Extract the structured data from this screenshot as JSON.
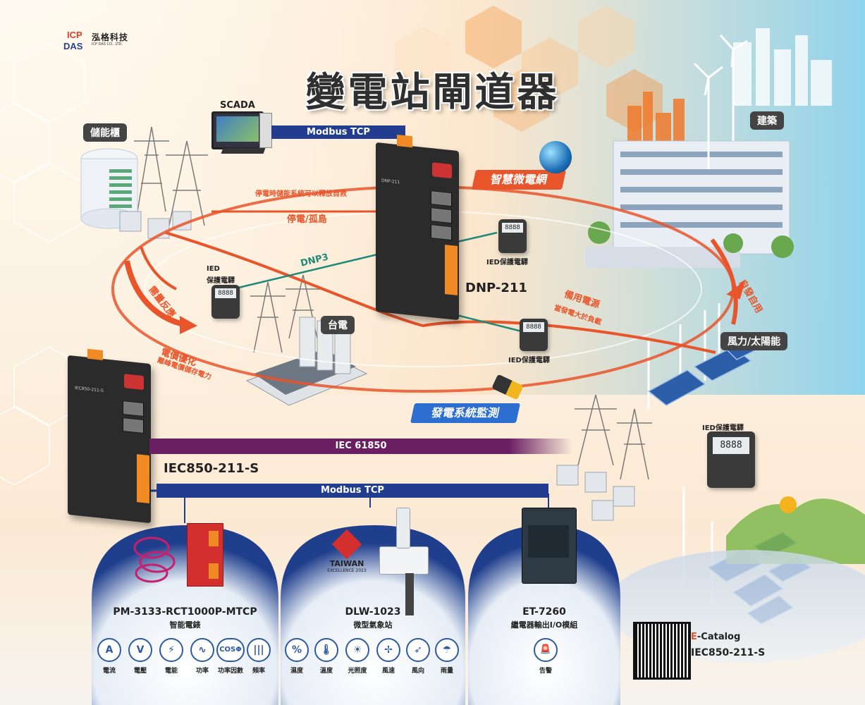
{
  "logo": {
    "mark_top": "ICP",
    "mark_bottom": "DAS",
    "name": "泓格科技",
    "sub": "ICP DAS CO., LTD."
  },
  "title": "變電站閘道器",
  "tags": {
    "storage": "儲能櫃",
    "building": "建築",
    "taipower": "台電",
    "renewable": "風力/太陽能"
  },
  "scada_label": "SCADA",
  "links": {
    "modbus_top": "Modbus TCP",
    "iec61850": "IEC 61850",
    "modbus_bottom": "Modbus TCP",
    "dnp3": "DNP3"
  },
  "devices": {
    "dnp": {
      "model": "DNP-211",
      "face_label": "DNP-211"
    },
    "iec": {
      "model": "IEC850-211-S",
      "face_label": "IEC850-211-S"
    }
  },
  "ribbons": {
    "microgrid": "智慧微電網",
    "monitoring": "發電系統監測"
  },
  "ring_labels": {
    "outage_release": "停電時儲能系統可以釋放自救",
    "outage_island": "停電/孤島",
    "demand_response": "需量反應",
    "price_opt": "電價優化",
    "price_opt_sub": "離峰電價儲存電力",
    "backup": "備用電源",
    "backup_sub": "當發電大於負載",
    "self_use": "自發自用"
  },
  "ied_label": "IED保護電驛",
  "ied_label_left_1": "IED",
  "ied_label_left_2": "保護電驛",
  "relay_display": "8888",
  "products": [
    {
      "name": "PM-3133-RCT1000P-MTCP",
      "desc": "智能電錶",
      "icons": [
        {
          "glyph": "A",
          "label": "電流",
          "icon": "current-icon"
        },
        {
          "glyph": "V",
          "label": "電壓",
          "icon": "voltage-icon"
        },
        {
          "glyph": "⚡",
          "label": "電能",
          "icon": "energy-icon"
        },
        {
          "glyph": "∿",
          "label": "功率",
          "icon": "power-icon"
        },
        {
          "glyph": "COSΦ",
          "label": "功率因數",
          "icon": "power-factor-icon"
        },
        {
          "glyph": "|||",
          "label": "頻率",
          "icon": "frequency-icon"
        }
      ]
    },
    {
      "name": "DLW-1023",
      "desc": "微型氣象站",
      "badge_1": "TAIWAN",
      "badge_2": "EXCELLENCE 2023",
      "icons": [
        {
          "glyph": "%",
          "label": "濕度",
          "icon": "humidity-icon"
        },
        {
          "glyph": "🌡",
          "label": "溫度",
          "icon": "temperature-icon"
        },
        {
          "glyph": "☀",
          "label": "光照度",
          "icon": "illuminance-icon"
        },
        {
          "glyph": "✢",
          "label": "風速",
          "icon": "wind-speed-icon"
        },
        {
          "glyph": "➶",
          "label": "風向",
          "icon": "wind-direction-icon"
        },
        {
          "glyph": "☂",
          "label": "雨量",
          "icon": "rainfall-icon"
        }
      ]
    },
    {
      "name": "ET-7260",
      "desc": "繼電器輸出I/O模組",
      "icons": [
        {
          "glyph": "🚨",
          "label": "告警",
          "icon": "alarm-icon"
        }
      ]
    }
  ],
  "ecatalog": {
    "prefix": "E",
    "rest": "-Catalog",
    "model": "IEC850-211-S"
  },
  "colors": {
    "orange": "#e8552b",
    "navy": "#223d8f",
    "purple": "#6a1f63",
    "teal": "#1f8a78",
    "dark_tag": "#444444"
  }
}
